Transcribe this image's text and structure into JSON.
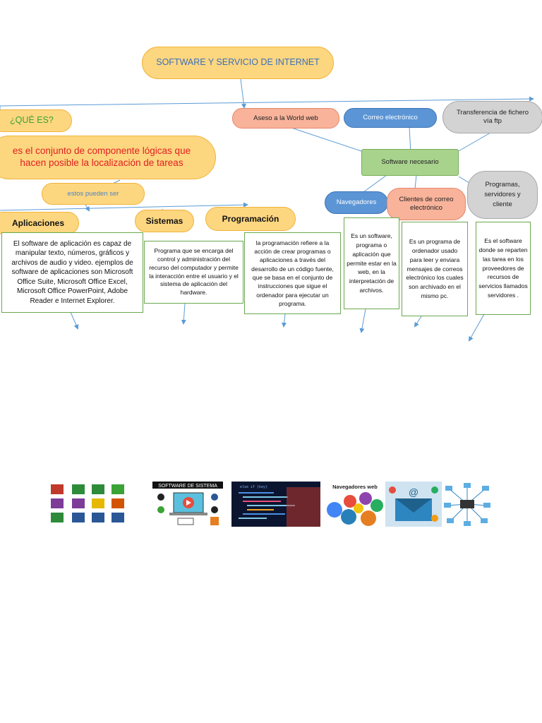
{
  "title": "SOFTWARE Y SERVICIO DE INTERNET",
  "left": {
    "question": "¿QUÉ ES?",
    "definition": "es el conjunto de componente lógicas que hacen posible la localización de tareas",
    "connector": "estos pueden ser",
    "categories": [
      {
        "name": "Aplicaciones",
        "description": "El software de aplicación es capaz de manipular texto, números, gráficos y archivos de audio y video. ejemplos de software de aplicaciones son Microsoft Office Suite, Microsoft Office Excel, Microsoft Office PowerPoint, Adobe Reader e Internet Explorer."
      },
      {
        "name": "Sistemas",
        "description": "Programa que se encarga del control y administración del recurso del computador y permite la interacción entre el usuario y el sistema de aplicación del hardware."
      },
      {
        "name": "Programación",
        "description": "la programación refiere a la acción de crear programas o aplicaciones a través del desarrollo de un código fuente, que se basa en el conjunto de instrucciones que sigue el ordenador para ejecutar un programa."
      }
    ]
  },
  "right": {
    "services": [
      {
        "name": "Aseso a la World web"
      },
      {
        "name": "Correo electrónico"
      },
      {
        "name": "Transferencia de fichero vía ftp"
      }
    ],
    "hub": "Software necesario",
    "tools": [
      {
        "name": "Navegadores",
        "description": "Es un software, programa o aplicación que permite estar en la web, en la interpretación de archivos."
      },
      {
        "name": "Clientes de correo electrónico",
        "description": "Es un programa de ordenador usado para leer y enviara mensajes de correos electrónico los cuales son archivado en el mismo pc."
      },
      {
        "name": "Programas, servidores y cliente",
        "description": "Es el software donde se reparten las tarea en los proveedores de recursos de servicios llamados servidores ."
      }
    ]
  },
  "images": [
    {
      "caption": ""
    },
    {
      "caption": "SOFTWARE DE SISTEMA"
    },
    {
      "caption": "else if (key)"
    },
    {
      "caption": "Navegadores web"
    },
    {
      "caption": "@"
    },
    {
      "caption": ""
    }
  ],
  "colors": {
    "accent_orange": "#fdd680",
    "salmon": "#f8b39a",
    "blue": "#5b95d5",
    "gray": "#d3d3d3",
    "green": "#a8d38c",
    "question_text": "#3aa335",
    "definition_text": "#e02020",
    "connector_text": "#4a86c5",
    "arrow": "#5b9bd5"
  }
}
